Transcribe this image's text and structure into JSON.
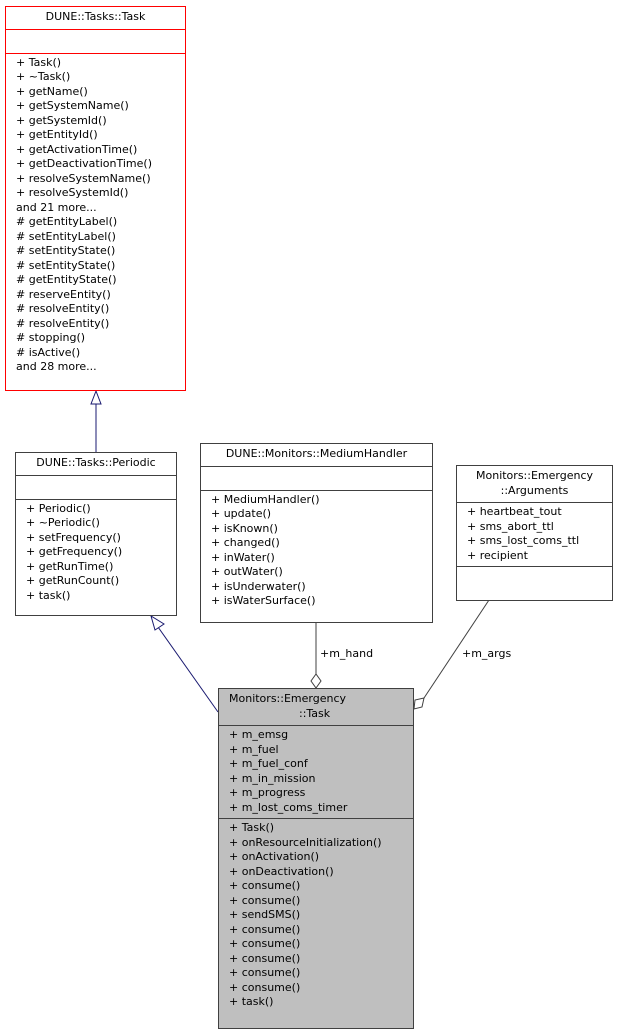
{
  "classes": {
    "task": {
      "name": "DUNE::Tasks::Task",
      "attributes": [],
      "methods": [
        "+ Task()",
        "+ ~Task()",
        "+ getName()",
        "+ getSystemName()",
        "+ getSystemId()",
        "+ getEntityId()",
        "+ getActivationTime()",
        "+ getDeactivationTime()",
        "+ resolveSystemName()",
        "+ resolveSystemId()",
        "and 21 more...",
        "# getEntityLabel()",
        "# setEntityLabel()",
        "# setEntityState()",
        "# setEntityState()",
        "# getEntityState()",
        "# reserveEntity()",
        "# resolveEntity()",
        "# resolveEntity()",
        "# stopping()",
        "# isActive()",
        "and 28 more..."
      ]
    },
    "periodic": {
      "name": "DUNE::Tasks::Periodic",
      "attributes": [],
      "methods": [
        "+ Periodic()",
        "+ ~Periodic()",
        "+ setFrequency()",
        "+ getFrequency()",
        "+ getRunTime()",
        "+ getRunCount()",
        "+ task()"
      ]
    },
    "medium_handler": {
      "name": "DUNE::Monitors::MediumHandler",
      "attributes": [],
      "methods": [
        "+ MediumHandler()",
        "+ update()",
        "+ isKnown()",
        "+ changed()",
        "+ inWater()",
        "+ outWater()",
        "+ isUnderwater()",
        "+ isWaterSurface()"
      ]
    },
    "arguments": {
      "name_line1": "Monitors::Emergency",
      "name_line2": "::Arguments",
      "attributes": [
        "+ heartbeat_tout",
        "+ sms_abort_ttl",
        "+ sms_lost_coms_ttl",
        "+ recipient"
      ],
      "methods": []
    },
    "emergency_task": {
      "name_line1": "Monitors::Emergency",
      "name_line2": "::Task",
      "attributes": [
        "+ m_emsg",
        "+ m_fuel",
        "+ m_fuel_conf",
        "+ m_in_mission",
        "+ m_progress",
        "+ m_lost_coms_timer"
      ],
      "methods": [
        "+ Task()",
        "+ onResourceInitialization()",
        "+ onActivation()",
        "+ onDeactivation()",
        "+ consume()",
        "+ consume()",
        "+ sendSMS()",
        "+ consume()",
        "+ consume()",
        "+ consume()",
        "+ consume()",
        "+ consume()",
        "+ task()"
      ]
    }
  },
  "edges": {
    "hand_label": "+m_hand",
    "args_label": "+m_args"
  },
  "colors": {
    "inheritance": "#191970",
    "association": "#404040",
    "highlight_border": "#ff0000",
    "focus_fill": "#bfbfbf"
  }
}
